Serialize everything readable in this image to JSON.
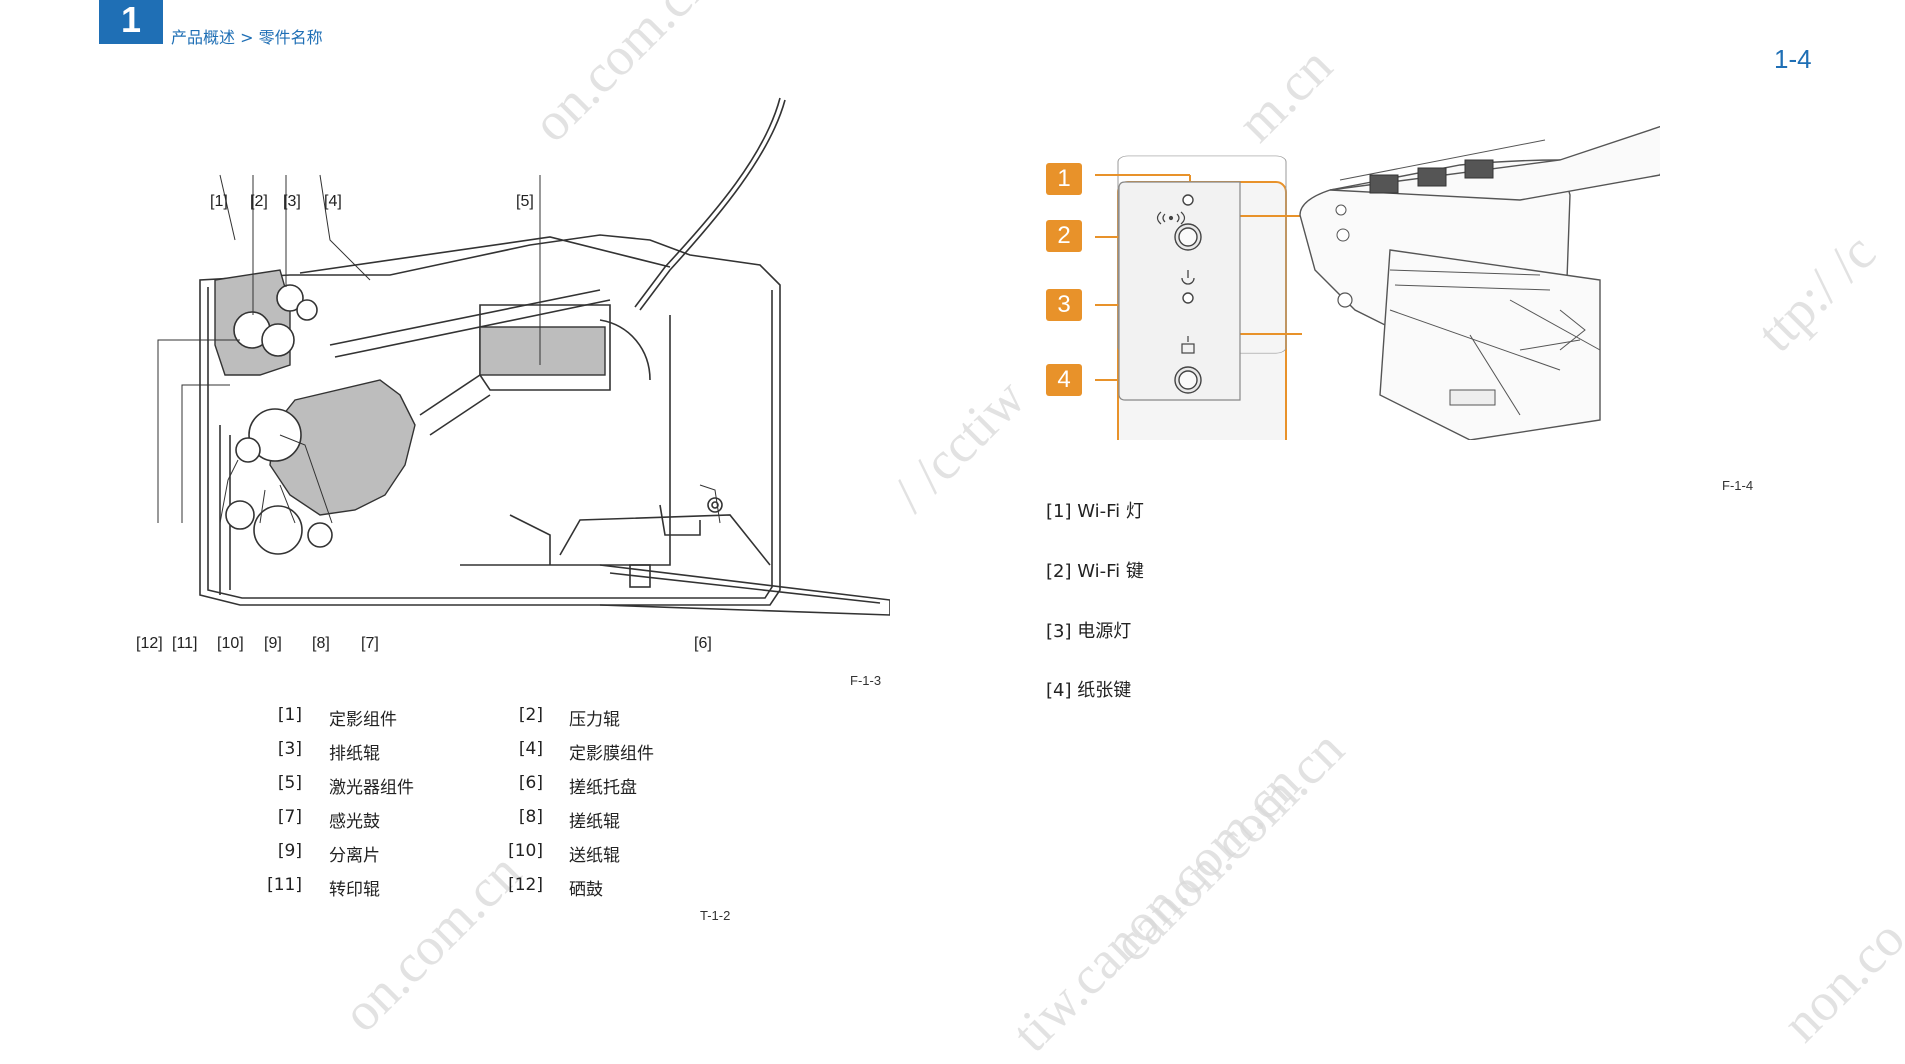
{
  "header": {
    "chapter_number": "1",
    "breadcrumb": "产品概述 > 零件名称",
    "page_number": "1-4"
  },
  "figure_left": {
    "code": "F-1-3",
    "callouts_top": [
      "[1]",
      "[2]",
      "[3]",
      "[4]",
      "[5]"
    ],
    "callouts_bottom": [
      "[12]",
      "[11]",
      "[10]",
      "[9]",
      "[8]",
      "[7]",
      "[6]"
    ]
  },
  "parts_table": {
    "code": "T-1-2",
    "rows": [
      {
        "n1": "[1]",
        "name1": "定影组件",
        "n2": "[2]",
        "name2": "压力辊"
      },
      {
        "n1": "[3]",
        "name1": "排纸辊",
        "n2": "[4]",
        "name2": "定影膜组件"
      },
      {
        "n1": "[5]",
        "name1": "激光器组件",
        "n2": "[6]",
        "name2": "搓纸托盘"
      },
      {
        "n1": "[7]",
        "name1": "感光鼓",
        "n2": "[8]",
        "name2": "搓纸辊"
      },
      {
        "n1": "[9]",
        "name1": "分离片",
        "n2": "[10]",
        "name2": "送纸辊"
      },
      {
        "n1": "[11]",
        "name1": "转印辊",
        "n2": "[12]",
        "name2": "硒鼓"
      }
    ]
  },
  "figure_right": {
    "code": "F-1-4",
    "badges": [
      "1",
      "2",
      "3",
      "4"
    ],
    "accent_color": "#e8922a",
    "icons": [
      "wifi-icon",
      "power-icon",
      "paper-icon"
    ]
  },
  "legend": [
    "[1] Wi-Fi 灯",
    "[2] Wi-Fi 键",
    "[3] 电源灯",
    "[4] 纸张键"
  ],
  "watermarks": [
    "on.com.cn",
    "m.cn",
    "/ /cctiw",
    "ttp:/ /c",
    "canon.com.cn",
    "on.com.cn",
    "tiw.canon.com.cn",
    "non.co"
  ]
}
